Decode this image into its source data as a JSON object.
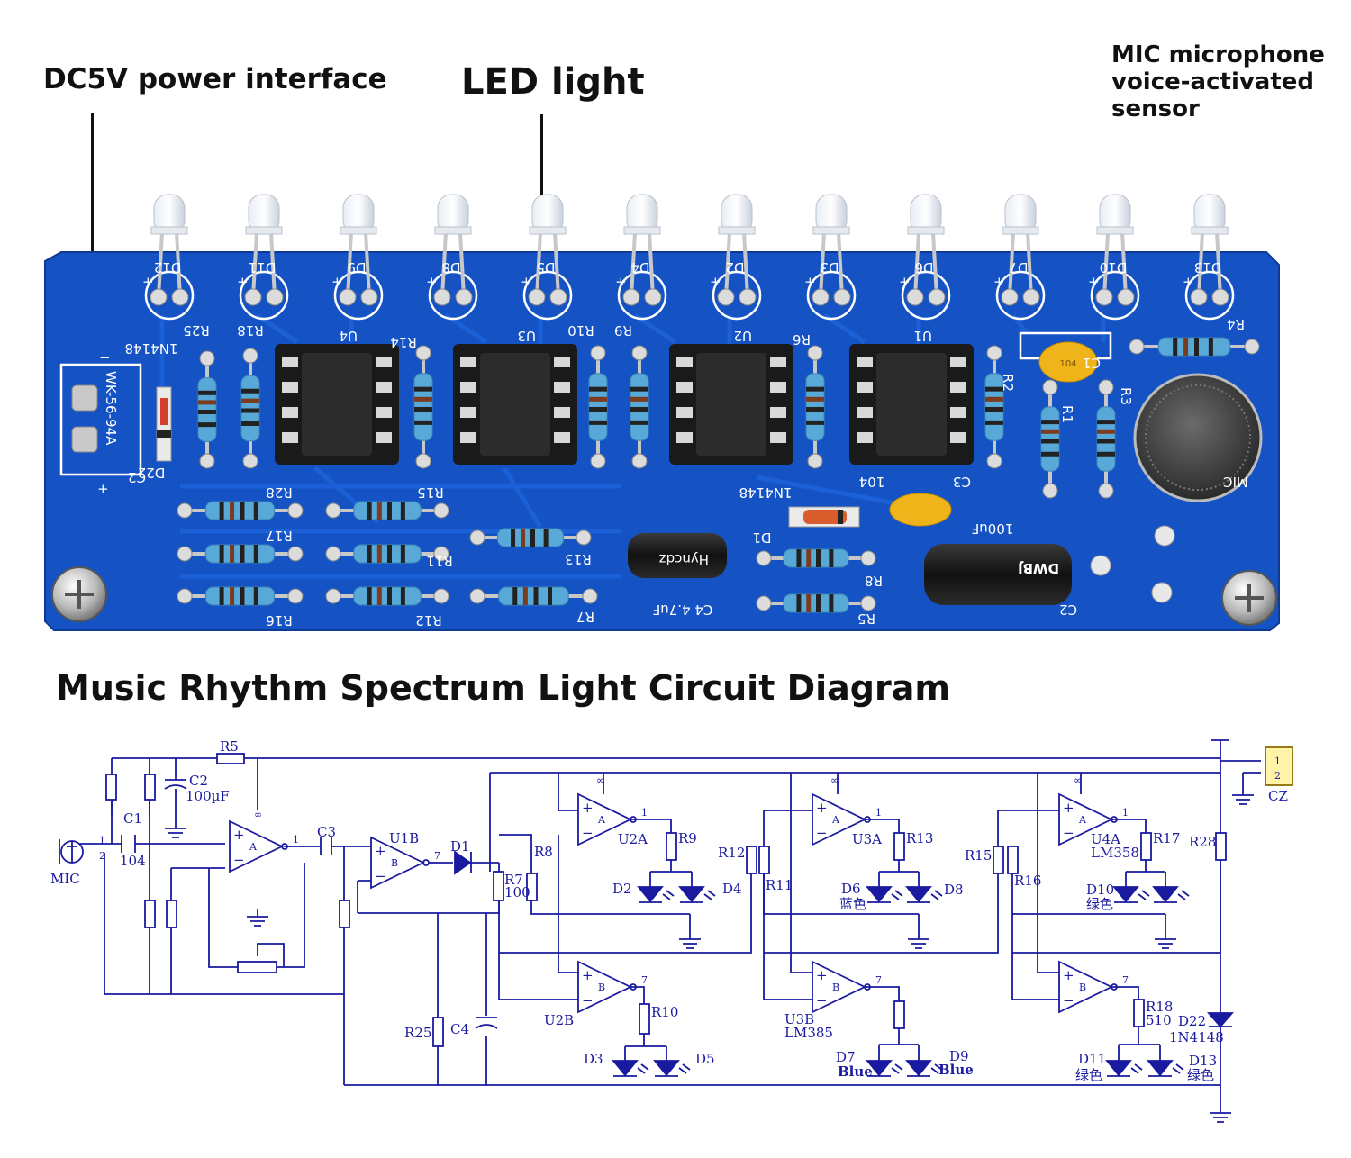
{
  "callouts": {
    "power": "DC5V power interface",
    "led": "LED light",
    "mic_line1": "MIC microphone",
    "mic_line2": "voice-activated",
    "mic_line3": "sensor"
  },
  "heading": "Music Rhythm Spectrum Light Circuit Diagram",
  "pcb": {
    "led_labels": [
      "D12",
      "D11",
      "D9",
      "D8",
      "D5",
      "D4",
      "D2",
      "D3",
      "D6",
      "D7",
      "D10",
      "D13"
    ],
    "ic_labels": [
      "U4",
      "U3",
      "U2",
      "U1"
    ],
    "silk": {
      "r25": "R25",
      "r18": "R18",
      "r14": "R14",
      "r10": "R10",
      "r9": "R9",
      "r6": "R6",
      "r2": "R2",
      "r1": "R1",
      "r3": "R3",
      "r4": "R4",
      "c1": "C1",
      "n4148_a": "1N4148",
      "n4148_b": "1N4148",
      "c2a": "C2",
      "d22": "D22",
      "wk": "WK-56-94A",
      "r28": "R28",
      "r15": "R15",
      "r17": "R17",
      "r11": "R11",
      "r13": "R13",
      "r16": "R16",
      "r12": "R12",
      "r7": "R7",
      "c4": "C4 4.7uF",
      "d1": "D1",
      "r8": "R8",
      "r5": "R5",
      "c3": "C3",
      "v104a": "104",
      "v104b": "104",
      "v100uf": "100uF",
      "c2b": "C2",
      "mic": "MIC",
      "cap_brand": "Hyncdz",
      "cap_big": "DWBJ"
    }
  },
  "schematic": {
    "labels": {
      "r5": "R5",
      "c2": "C2",
      "c2v": "100µF",
      "c1": "C1",
      "c1v": "104",
      "mic": "MIC",
      "pin1": "1",
      "pin2": "2",
      "c3": "C3",
      "u1b": "U1B",
      "d1": "D1",
      "r7": "R7",
      "r7v": "100",
      "r8": "R8",
      "u2a": "U2A",
      "r9": "R9",
      "d2": "D2",
      "d4": "D4",
      "u2b": "U2B",
      "r10": "R10",
      "d3": "D3",
      "d5": "D5",
      "r25": "R25",
      "c4": "C4",
      "r12": "R12",
      "r11": "R11",
      "u3a": "U3A",
      "r13": "R13",
      "d6": "D6",
      "d6c": "蓝色",
      "d8": "D8",
      "u3b": "U3B",
      "u3bv": "LM385",
      "d7": "D7",
      "d7c": "Blue",
      "d9": "D9",
      "d9c": "Blue",
      "r15": "R15",
      "r16": "R16",
      "u4a": "U4A",
      "u4av": "LM358",
      "r17": "R17",
      "d10": "D10",
      "d10c": "绿色",
      "r18": "R18",
      "r18v": "510",
      "d11": "D11",
      "d11c": "绿色",
      "d13": "D13",
      "d13c": "绿色",
      "r28": "R28",
      "d22": "D22",
      "d22v": "1N4148",
      "cz": "CZ",
      "cz1": "1",
      "cz2": "2",
      "opA": "A",
      "opB": "B",
      "plus": "+",
      "minus": "−",
      "o1": "1",
      "o7": "7",
      "inf": "∞"
    }
  }
}
